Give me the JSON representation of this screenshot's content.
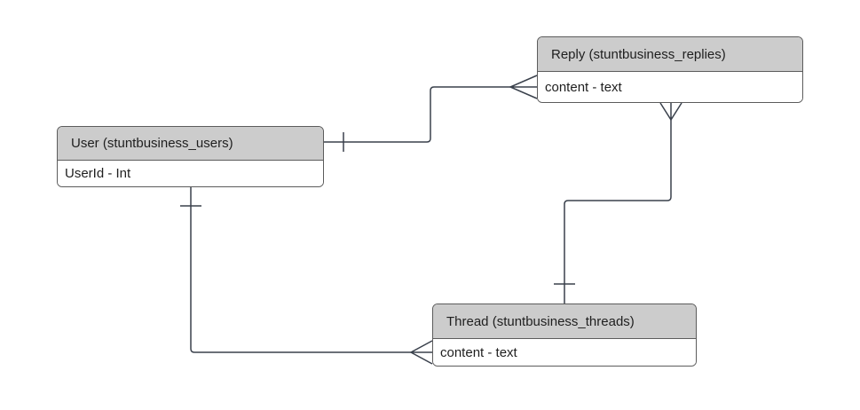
{
  "diagram": {
    "background_color": "#ffffff",
    "entities": [
      {
        "id": "reply",
        "title": "Reply (stuntbusiness_replies)",
        "attributes": [
          "content - text"
        ]
      },
      {
        "id": "user",
        "title": "User (stuntbusiness_users)",
        "attributes": [
          "UserId - Int"
        ]
      },
      {
        "id": "thread",
        "title": "Thread (stuntbusiness_threads)",
        "attributes": [
          "content - text"
        ]
      }
    ],
    "relationships": [
      {
        "from": "user",
        "to": "reply",
        "from_cardinality": "one",
        "to_cardinality": "many"
      },
      {
        "from": "thread",
        "to": "reply",
        "from_cardinality": "one",
        "to_cardinality": "many"
      },
      {
        "from": "user",
        "to": "thread",
        "from_cardinality": "one",
        "to_cardinality": "many"
      }
    ],
    "colors": {
      "header_fill": "#cccccc",
      "body_fill": "#ffffff",
      "shape_border": "#5c5c5c",
      "connector_line": "#3a414c",
      "text": "#1f1f1f"
    }
  }
}
